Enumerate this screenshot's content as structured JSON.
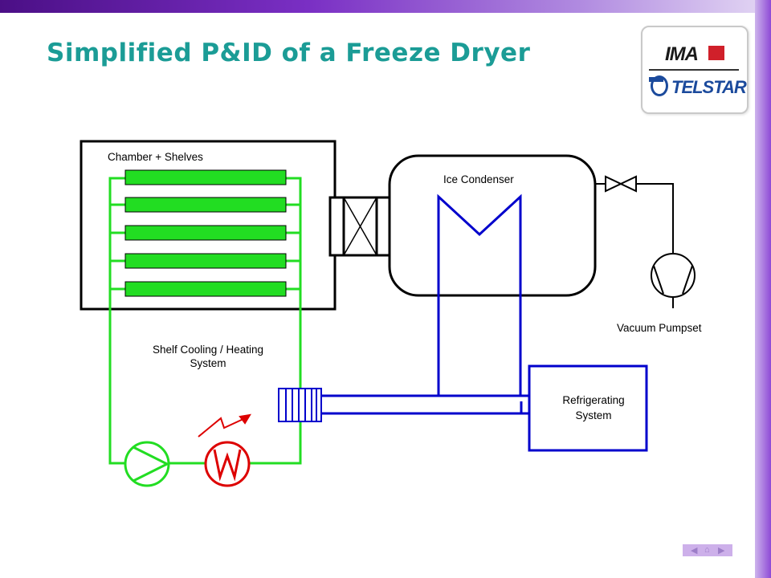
{
  "slide": {
    "title": "Simplified P&ID of a Freeze Dryer"
  },
  "logo": {
    "brand_top": "IMA",
    "brand_bottom": "TELSTAR"
  },
  "diagram": {
    "chamber_label": "Chamber + Shelves",
    "condenser_label": "Ice Condenser",
    "pump_label": "Vacuum Pumpset",
    "shelf_system_line1": "Shelf Cooling / Heating",
    "shelf_system_line2": "System",
    "refrig_line1": "Refrigerating",
    "refrig_line2": "System",
    "colors": {
      "shelf_loop": "#22dd22",
      "refrigerant": "#0000cc",
      "heater": "#dd0000",
      "vessel": "#000000"
    }
  },
  "navigation": {
    "prev_icon": "triangle-left-icon",
    "next_icon": "triangle-right-icon"
  }
}
